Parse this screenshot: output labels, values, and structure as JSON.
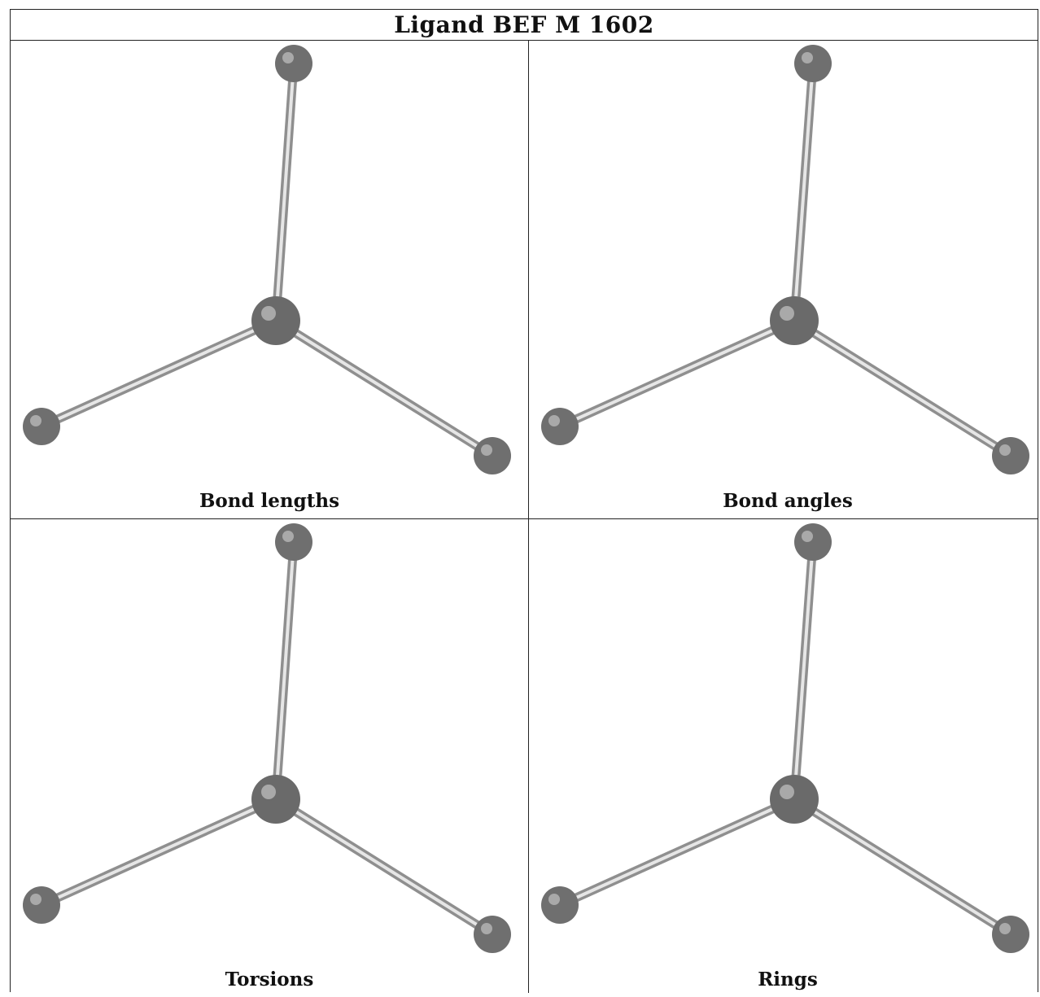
{
  "title": "Ligand BEF M 1602",
  "panels": [
    {
      "caption": "Bond lengths"
    },
    {
      "caption": "Bond angles"
    },
    {
      "caption": "Torsions"
    },
    {
      "caption": "Rings"
    }
  ],
  "colors": {
    "atom": "#7a7a7a",
    "bond": "#bdbdbd",
    "border": "#222222"
  }
}
